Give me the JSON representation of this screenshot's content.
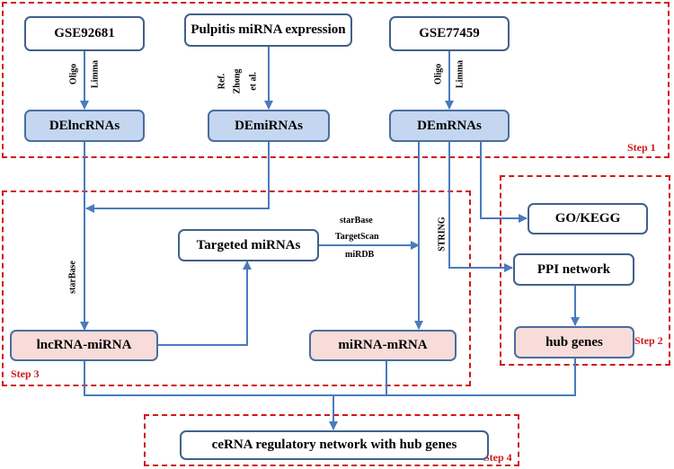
{
  "nodes": {
    "gse92681": "GSE92681",
    "pulpitis": "Pulpitis miRNA expression",
    "gse77459": "GSE77459",
    "delncrnas": "DElncRNAs",
    "demirnas": "DEmiRNAs",
    "demrnas": "DEmRNAs",
    "targeted_mirnas": "Targeted miRNAs",
    "lncrna_mirna": "lncRNA-miRNA",
    "mirna_mrna": "miRNA-mRNA",
    "go_kegg": "GO/KEGG",
    "ppi_network": "PPI network",
    "hub_genes": "hub genes",
    "cerna": "ceRNA regulatory network with hub genes"
  },
  "edge_labels": {
    "oligo_left": "Oligo",
    "limma_left": "Limma",
    "ref": "Ref.",
    "zhong": "Zhong",
    "et_al": "et al.",
    "oligo_right": "Oligo",
    "limma_right": "Limma",
    "starbase_left": "starBase",
    "starbase": "starBase",
    "targetscan": "TargetScan",
    "mirdb": "miRDB",
    "string": "STRING"
  },
  "steps": {
    "step1": "Step 1",
    "step2": "Step 2",
    "step3": "Step 3",
    "step4": "Step 4"
  },
  "colors": {
    "arrow": "#4a7bbd",
    "step_border": "#d01818",
    "blue_fill": "#c5d6f0",
    "pink_fill": "#f7dcda"
  }
}
